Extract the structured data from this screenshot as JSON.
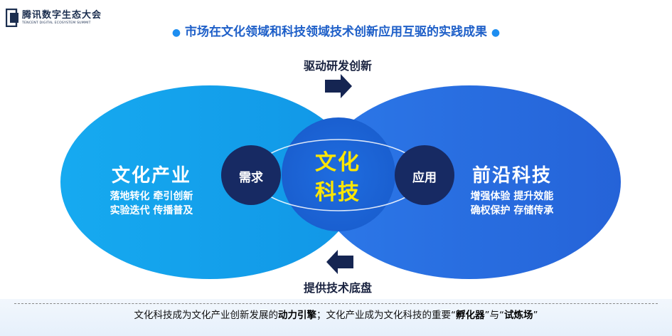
{
  "logo": {
    "name_cn": "腾讯数字生态大会",
    "name_en": "TENCENT DIGITAL ECOSYSTEM SUMMIT"
  },
  "headline": "市场在文化领域和科技领域技术创新应用互驱的实践成果",
  "top_arrow_label": "驱动研发创新",
  "bottom_arrow_label": "提供技术底盘",
  "left_circle": {
    "title": "文化产业",
    "line1": "落地转化  牵引创新",
    "line2": "实验迭代  传播普及",
    "color": "#16a4ec"
  },
  "right_circle": {
    "title": "前沿科技",
    "line1": "增强体验  提升效能",
    "line2": "确权保护  存储传承",
    "color": "#2f6fe0"
  },
  "demand_badge": "需求",
  "apply_badge": "应用",
  "center": {
    "line1": "文化",
    "line2": "科技",
    "color": "#ffe600"
  },
  "footer": {
    "part1": "文化科技成为文化产业创新发展的",
    "bold1": "动力引擎",
    "part2": "；文化产业成为文化科技的重要“",
    "bold2": "孵化器",
    "part3": "”与“",
    "bold3": "试炼场",
    "part4": "”"
  }
}
